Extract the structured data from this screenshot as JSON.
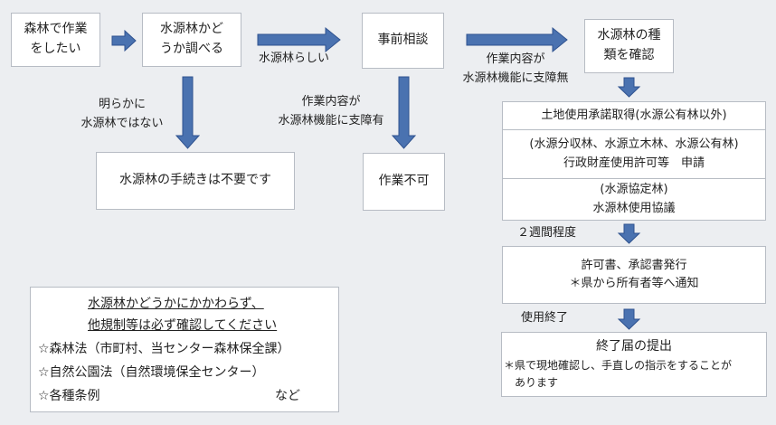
{
  "boxes": {
    "forest_work": [
      "森林で作業",
      "をしたい"
    ],
    "check_source": [
      "水源林かど",
      "うか調べる"
    ],
    "consult": "事前相談",
    "confirm_type": [
      "水源林の種",
      "類を確認"
    ],
    "no_procedure": "水源林の手続きは不要です",
    "not_allowed": "作業不可",
    "stack_1": "土地使用承諾取得(水源公有林以外)",
    "stack_2": [
      "(水源分収林、水源立木林、水源公有林)",
      "行政財産使用許可等　申請"
    ],
    "stack_3": [
      "(水源協定林)",
      "水源林使用協議"
    ],
    "permit": [
      "許可書、承認書発行",
      "＊県から所有者等へ通知"
    ],
    "completion": "終了届の提出",
    "completion_note": [
      "＊県で現地確認し、手直しの指示をすることが",
      "あります"
    ]
  },
  "labels": {
    "likely_source": "水源林らしい",
    "not_source": [
      "明らかに",
      "水源林ではない"
    ],
    "hinder": [
      "作業内容が",
      "水源林機能に支障有"
    ],
    "no_hinder": [
      "作業内容が",
      "水源林機能に支障無"
    ],
    "two_weeks": "２週間程度",
    "work_done": "使用終了"
  },
  "note": {
    "heading_1": "水源林かどうかにかかわらず、",
    "heading_2": "他規制等は必ず確認してください",
    "item_1": "☆森林法（市町村、当センター森林保全課）",
    "item_2": "☆自然公園法（自然環境保全センター）",
    "item_3": "☆各種条例",
    "item_3_suffix": "など"
  },
  "colors": {
    "arrow": "#4a72b0",
    "arrow_stroke": "#2f528f",
    "box_border": "#b7bcc4",
    "background": "#eceef1"
  }
}
